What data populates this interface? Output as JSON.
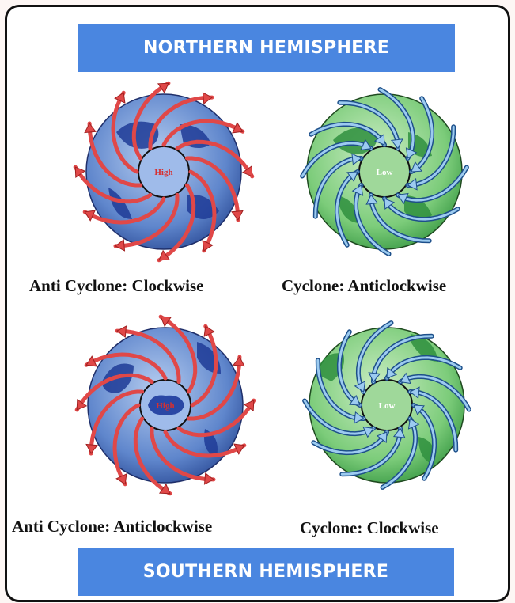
{
  "banners": {
    "north": "NORTHERN HEMISPHERE",
    "south": "SOUTHERN HEMISPHERE"
  },
  "panels": [
    {
      "id": "nh-anticyclone",
      "caption": "Anti Cyclone: Clockwise",
      "center_label": "High",
      "kind": "anticyclone",
      "rotation": "clockwise"
    },
    {
      "id": "nh-cyclone",
      "caption": "Cyclone: Anticlockwise",
      "center_label": "Low",
      "kind": "cyclone",
      "rotation": "anticlockwise"
    },
    {
      "id": "sh-anticyclone",
      "caption": "Anti Cyclone: Anticlockwise",
      "center_label": "High",
      "kind": "anticyclone",
      "rotation": "anticlockwise"
    },
    {
      "id": "sh-cyclone",
      "caption": "Cyclone: Clockwise",
      "center_label": "Low",
      "kind": "cyclone",
      "rotation": "clockwise"
    }
  ],
  "colors": {
    "banner": "#4a86e0",
    "anticyclone_globe": "#5f86cc",
    "anticyclone_land": "#1f3b96",
    "anticyclone_arrow": "#e04848",
    "cyclone_globe": "#7ccc7a",
    "cyclone_land": "#2f8f3e",
    "cyclone_arrow": "#9ccbf0"
  }
}
